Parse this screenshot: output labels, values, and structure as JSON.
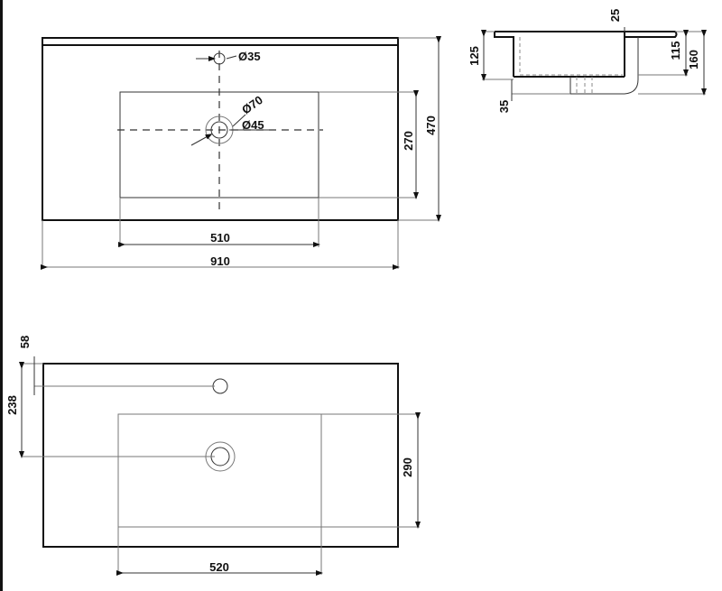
{
  "drawing": {
    "top_view": {
      "dimensions": {
        "tap_hole_diameter": "Ø35",
        "drain_outer_diameter": "Ø70",
        "drain_inner_diameter": "Ø45",
        "basin_depth": "270",
        "overall_depth": "470",
        "basin_width": "510",
        "overall_width": "910"
      }
    },
    "side_section": {
      "dimensions": {
        "rim_thickness": "25",
        "left_height": "125",
        "drain_offset": "35",
        "inner_height": "115",
        "overall_height": "160"
      }
    },
    "bottom_view": {
      "dimensions": {
        "tap_hole_offset": "58",
        "drain_offset": "238",
        "cutout_depth": "290",
        "cutout_width": "520"
      }
    }
  }
}
